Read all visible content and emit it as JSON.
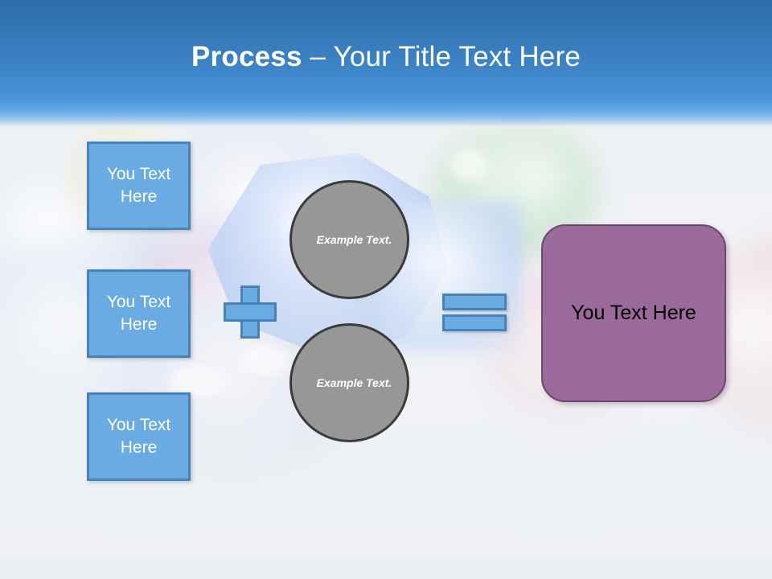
{
  "slide": {
    "title_strong": "Process",
    "title_rest": " – Your Title Text Here",
    "colors": {
      "header_top": "#2d6cab",
      "header_bottom": "#4b95dc",
      "blue_fill": "#6aabe4",
      "blue_border": "#4a82b4",
      "gray_fill": "#979797",
      "gray_border": "#3b3b3b",
      "purple_fill": "#9a6a9a",
      "purple_border": "#6d476d",
      "title_text": "#ffffff",
      "box_text": "#ffffff",
      "purple_text": "#000000"
    }
  },
  "left_boxes": [
    {
      "label": "You Text Here"
    },
    {
      "label": "You Text Here"
    },
    {
      "label": "You Text Here"
    }
  ],
  "operators": {
    "plus": "+",
    "equals": "="
  },
  "circles": [
    {
      "label": "Example Text."
    },
    {
      "label": "Example Text."
    }
  ],
  "result_box": {
    "label": "You Text Here"
  }
}
